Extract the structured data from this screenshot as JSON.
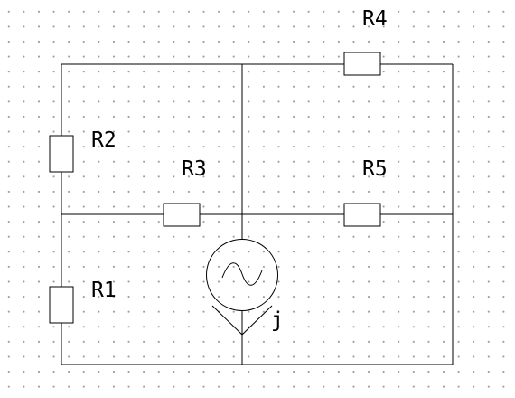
{
  "diagram": {
    "components": {
      "r1": "R1",
      "r2": "R2",
      "r3": "R3",
      "r4": "R4",
      "r5": "R5",
      "source": "j"
    },
    "source_icon": "ac-current-source-icon",
    "colors": {
      "ink": "#000000",
      "background": "#ffffff",
      "grid_dots": "#9a9a9a"
    }
  }
}
